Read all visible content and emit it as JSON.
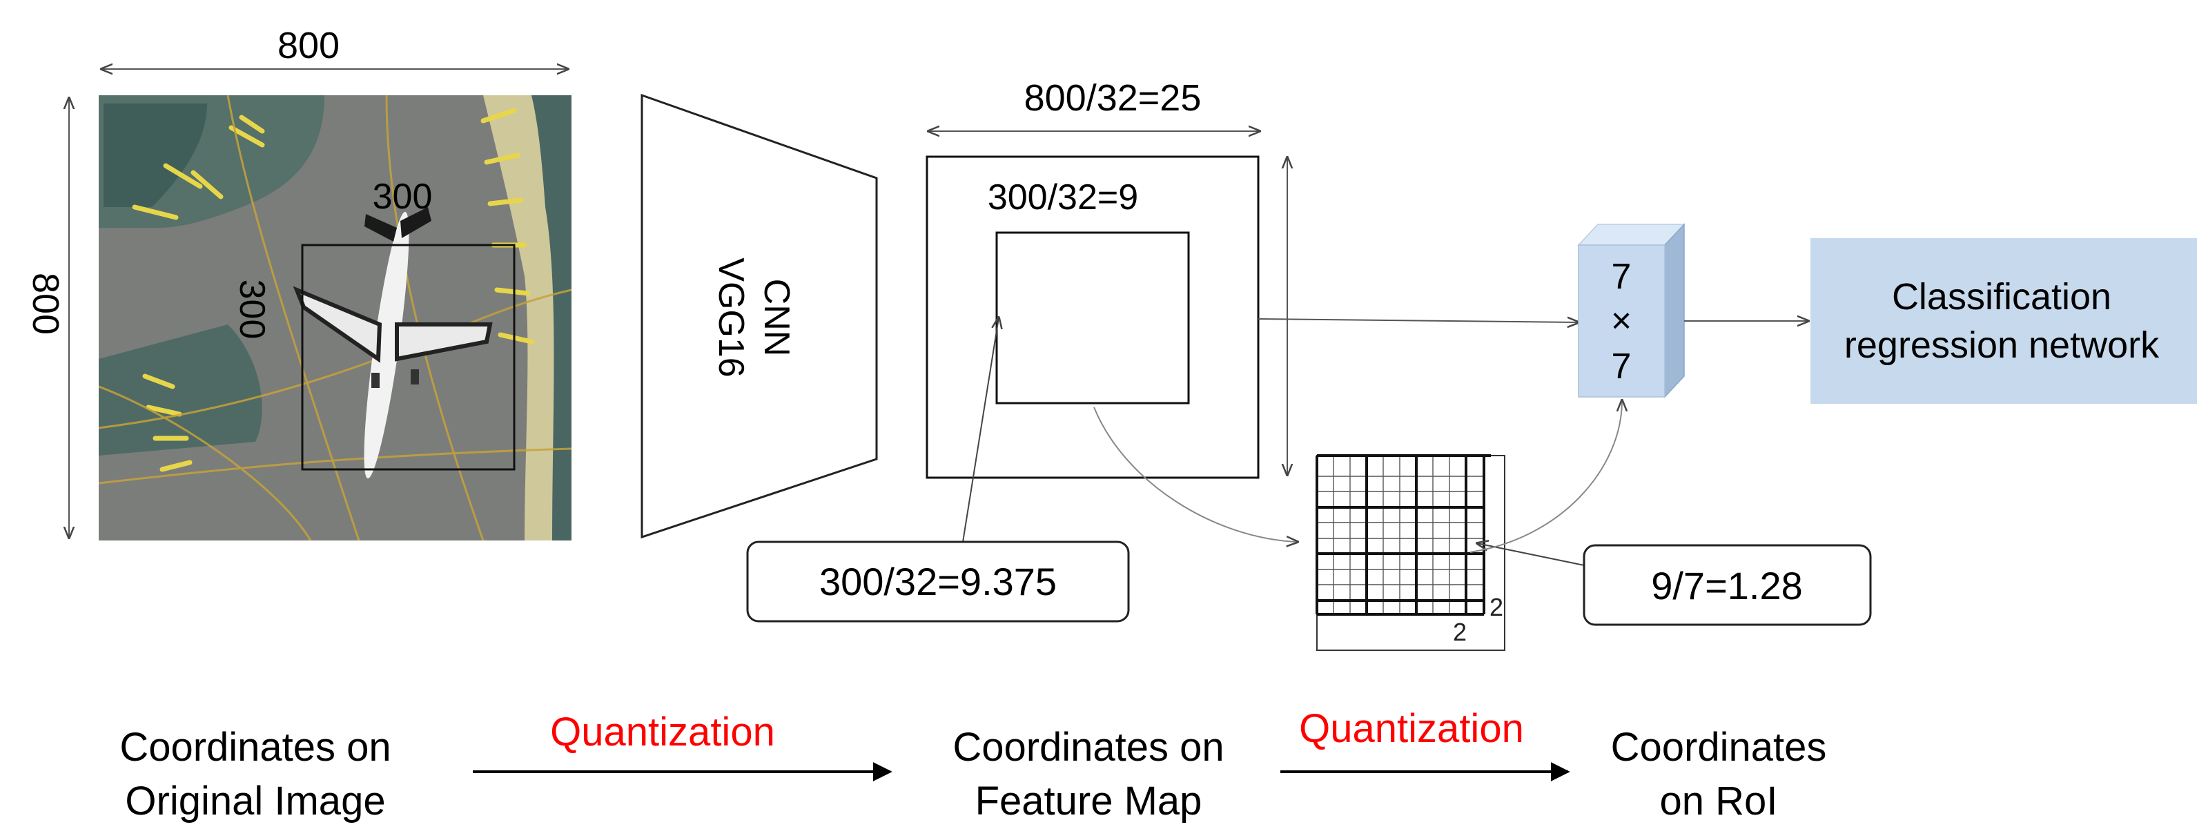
{
  "image_panel": {
    "width_label": "800",
    "height_label": "800",
    "box_width_label": "300",
    "box_height_label": "300"
  },
  "cnn": {
    "line1": "CNN",
    "line2": "VGG16"
  },
  "feature_map": {
    "width_label": "800/32=25",
    "inner_label": "300/32=9"
  },
  "callouts": {
    "feature_coord": "300/32=9.375",
    "roi_coord": "9/7=1.28"
  },
  "roi_grid": {
    "corner_right": "2",
    "corner_bottom": "2"
  },
  "pooled": {
    "top": "7",
    "mid": "×",
    "bottom": "7"
  },
  "head": {
    "line1": "Classification",
    "line2": "regression network"
  },
  "pipeline": {
    "step1_line1": "Coordinates on",
    "step1_line2": "Original Image",
    "step2_line1": "Coordinates on",
    "step2_line2": "Feature Map",
    "step3_line1": "Coordinates",
    "step3_line2": "on RoI",
    "arrow1_label": "Quantization",
    "arrow2_label": "Quantization"
  },
  "colors": {
    "quantization": "#ff0000",
    "head_fill": "#c7d9ec",
    "cube_front": "#c6d9ef",
    "cube_side": "#9fb8d6",
    "cube_top": "#dbe8f6",
    "tarmac": "#7b7d7b"
  }
}
